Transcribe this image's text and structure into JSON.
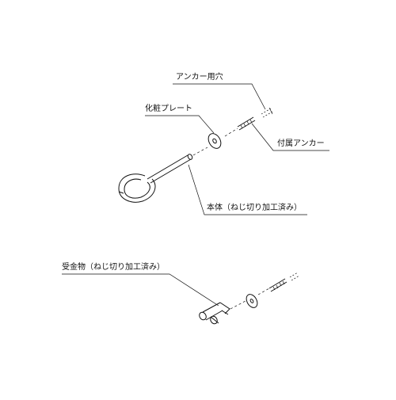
{
  "labels": {
    "anchor_hole": "アンカー用穴",
    "cover_plate": "化粧プレート",
    "supplied_anchor": "付属アンカー",
    "body": "本体（ねじ切り加工済み）",
    "receiver": "受金物（ねじ切り加工済み）"
  }
}
